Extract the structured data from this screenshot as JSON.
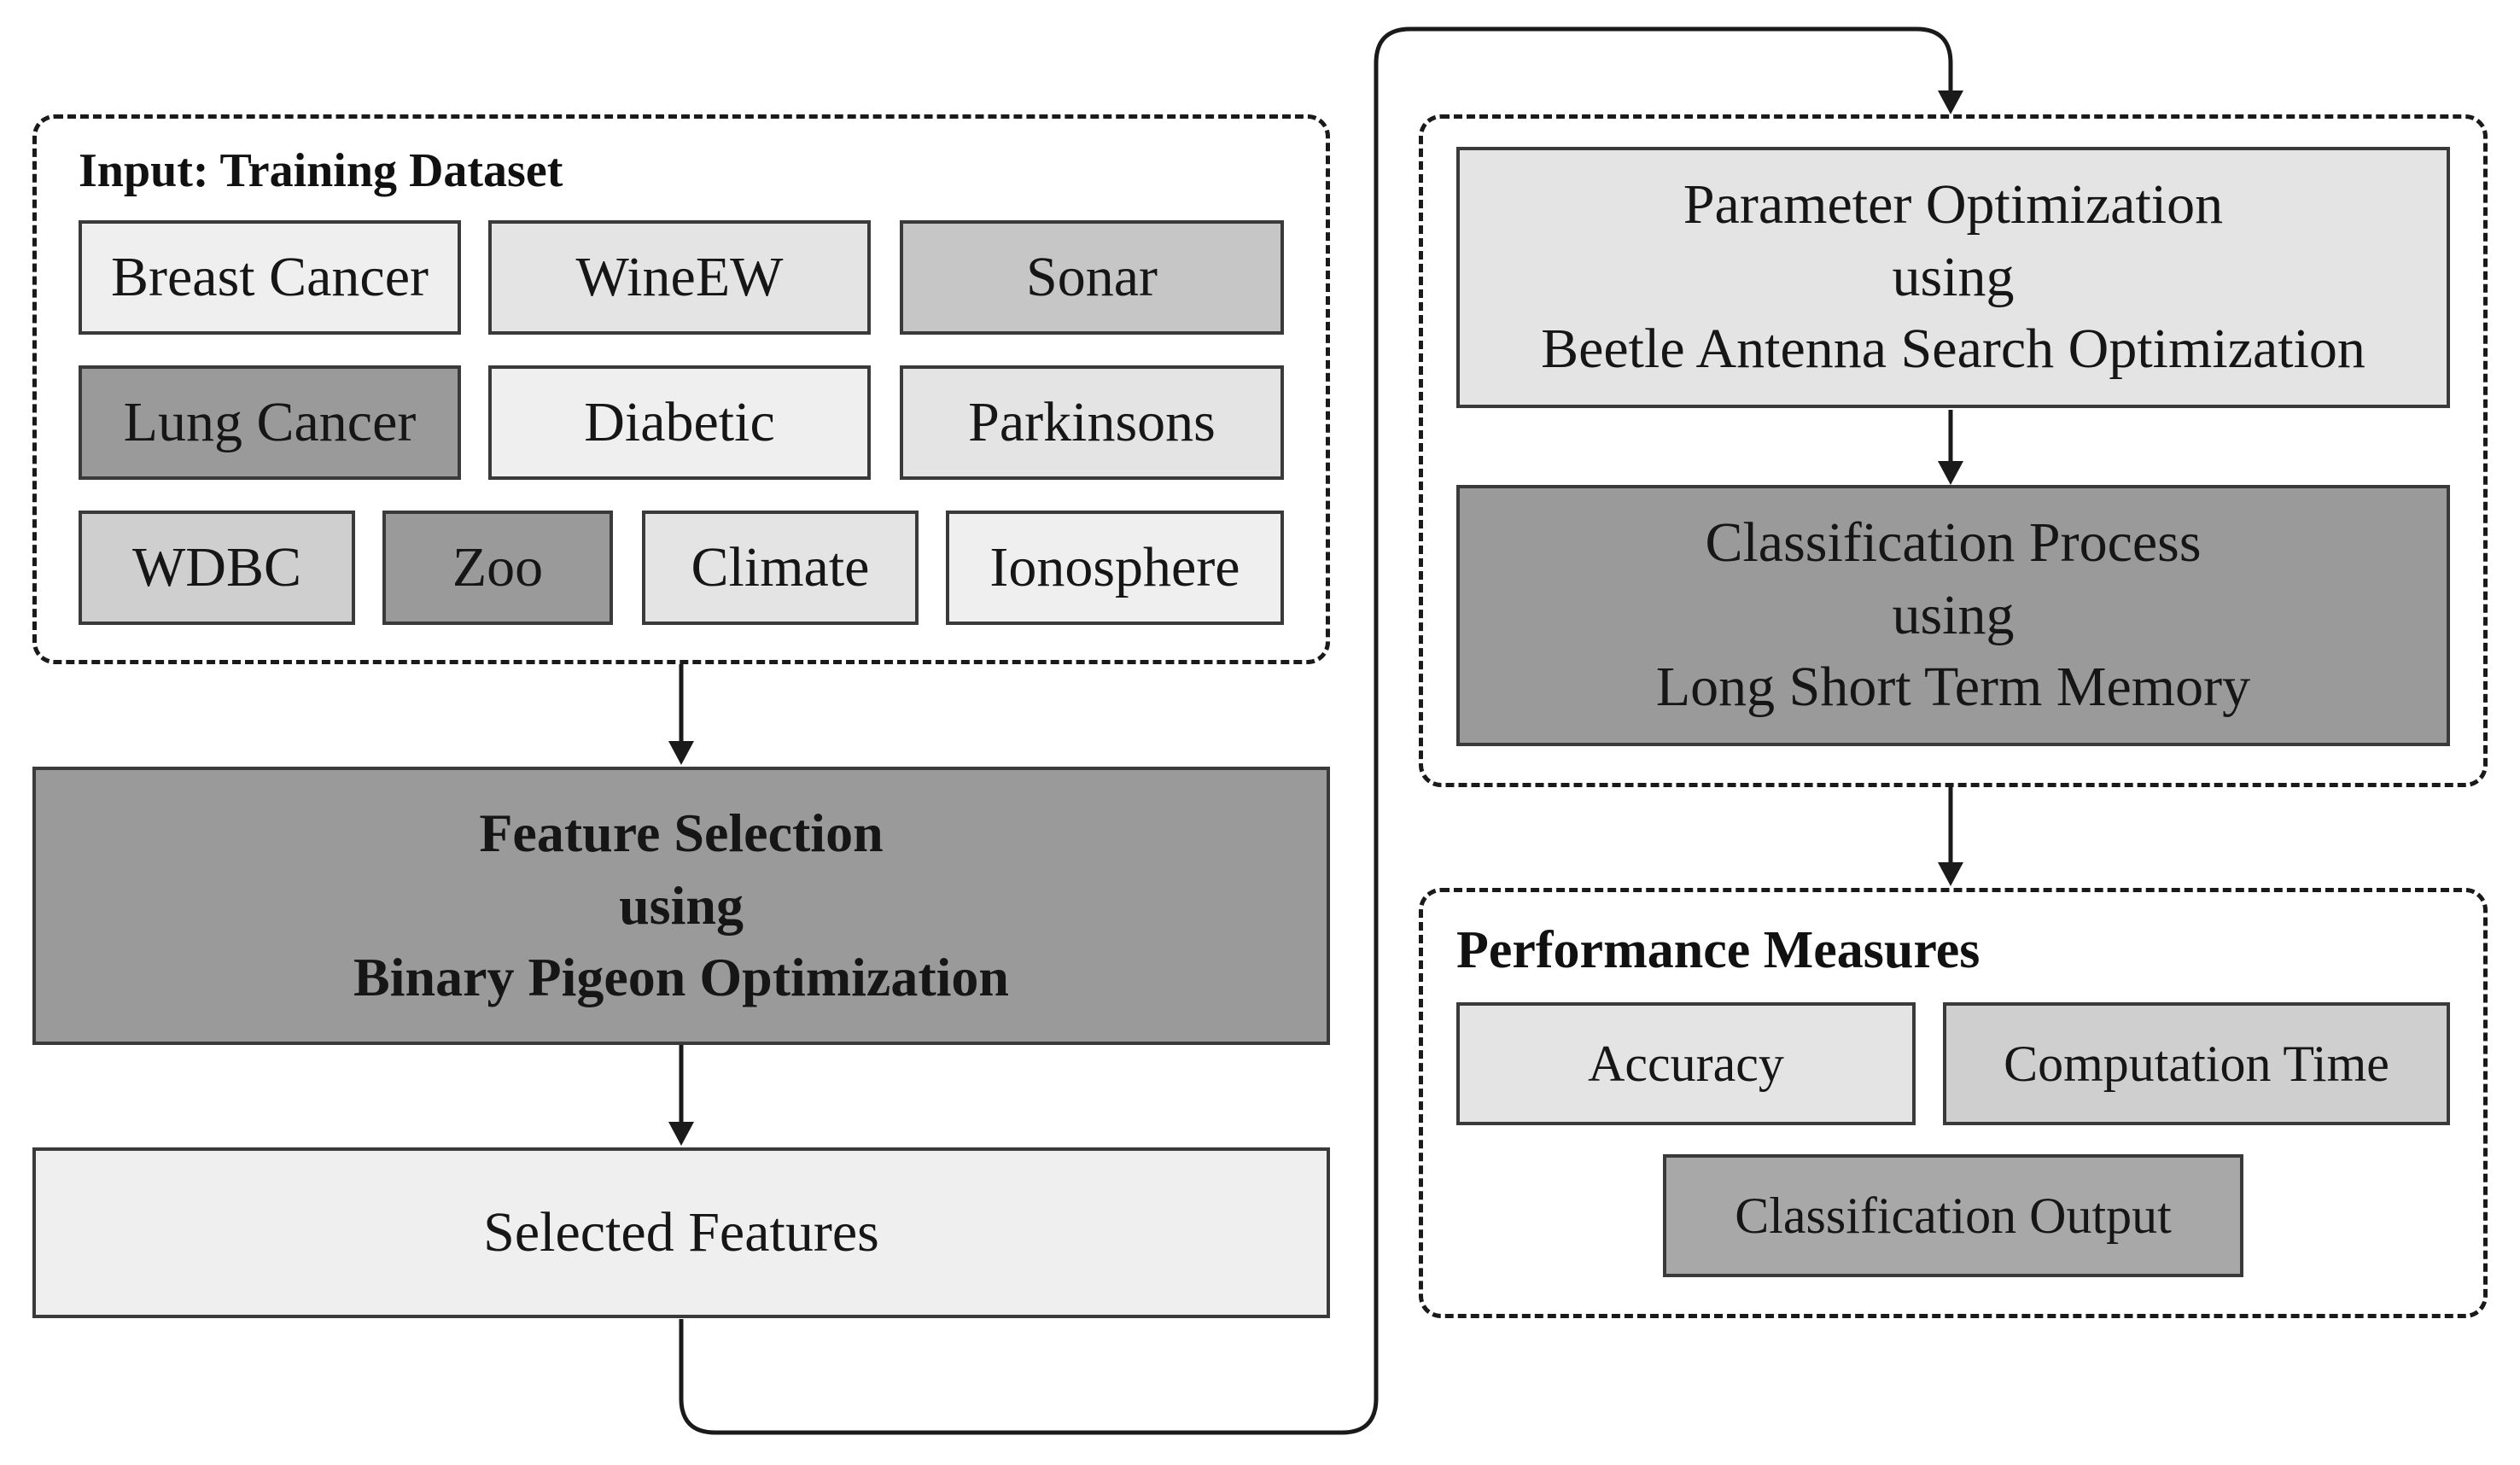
{
  "input": {
    "title": "Input: Training Dataset",
    "datasets": [
      "Breast Cancer",
      "WineEW",
      "Sonar",
      "Lung Cancer",
      "Diabetic",
      "Parkinsons",
      "WDBC",
      "Zoo",
      "Climate",
      "Ionosphere"
    ]
  },
  "feature_selection": {
    "line1": "Feature Selection",
    "line2": "using",
    "line3": "Binary Pigeon Optimization"
  },
  "selected_features": {
    "label": "Selected Features"
  },
  "parameter_optimization": {
    "line1": "Parameter Optimization",
    "line2": "using",
    "line3": "Beetle Antenna Search Optimization"
  },
  "classification": {
    "line1": "Classification Process",
    "line2": "using",
    "line3": "Long Short Term Memory"
  },
  "performance": {
    "title": "Performance Measures",
    "accuracy": "Accuracy",
    "computation_time": "Computation Time",
    "classification_output": "Classification Output"
  }
}
